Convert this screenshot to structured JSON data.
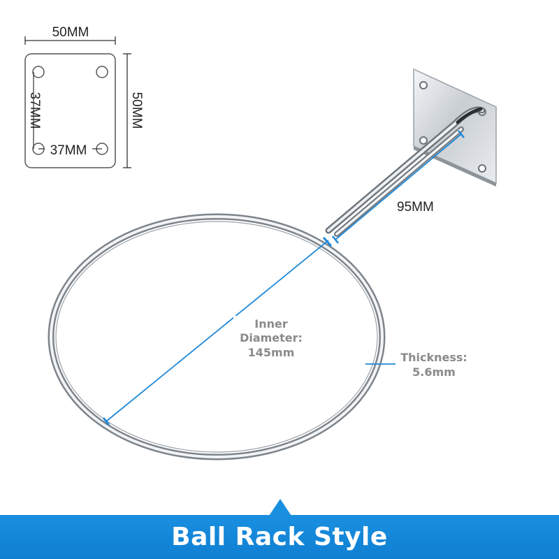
{
  "plate": {
    "width_label": "50MM",
    "height_label": "50MM",
    "hole_spacing_vertical_label": "37MM",
    "hole_spacing_horizontal_label": "37MM"
  },
  "arm": {
    "length_label": "95MM"
  },
  "ring": {
    "diameter_line1": "Inner",
    "diameter_line2": "Diameter:",
    "diameter_line3": "145mm",
    "thickness_line1": "Thickness:",
    "thickness_line2": "5.6mm"
  },
  "banner": {
    "title": "Ball Rack Style"
  },
  "colors": {
    "accent": "#1a8fe0",
    "measure_line": "#1e88d8",
    "chrome": "#b8bec4"
  }
}
